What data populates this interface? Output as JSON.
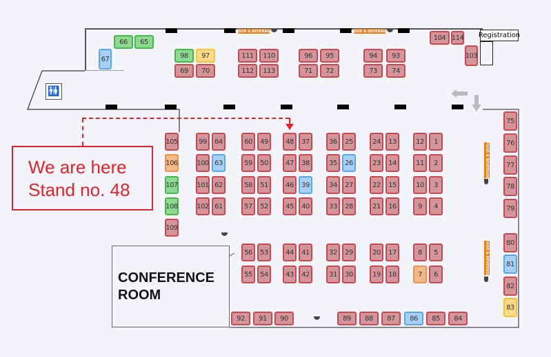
{
  "map": {
    "registration_label": "Registration",
    "conference_room_label": "CONFERENCE ROOM",
    "food_beverage_label": "FOOD & BEVERAGE",
    "callout": {
      "line1": "We are here",
      "line2": "Stand no. 48"
    },
    "restroom_icon": "restroom-icon",
    "colors": {
      "red": "#d4959a",
      "green": "#8dd98f",
      "blue": "#a8cff5",
      "yellow": "#fdd98a",
      "orange": "#f4b98a",
      "highlight": "#e2232a"
    }
  },
  "booths": [
    {
      "no": "66",
      "status": "green"
    },
    {
      "no": "65",
      "status": "green"
    },
    {
      "no": "67",
      "status": "blue"
    },
    {
      "no": "98",
      "status": "green"
    },
    {
      "no": "97",
      "status": "yellow"
    },
    {
      "no": "69",
      "status": "red"
    },
    {
      "no": "70",
      "status": "red"
    },
    {
      "no": "111",
      "status": "red"
    },
    {
      "no": "110",
      "status": "red"
    },
    {
      "no": "112",
      "status": "red"
    },
    {
      "no": "113",
      "status": "red"
    },
    {
      "no": "96",
      "status": "red"
    },
    {
      "no": "95",
      "status": "red"
    },
    {
      "no": "71",
      "status": "red"
    },
    {
      "no": "72",
      "status": "red"
    },
    {
      "no": "94",
      "status": "red"
    },
    {
      "no": "93",
      "status": "red"
    },
    {
      "no": "73",
      "status": "red"
    },
    {
      "no": "74",
      "status": "red"
    },
    {
      "no": "104",
      "status": "red"
    },
    {
      "no": "114",
      "status": "red"
    },
    {
      "no": "103",
      "status": "red"
    },
    {
      "no": "105",
      "status": "red"
    },
    {
      "no": "106",
      "status": "orange"
    },
    {
      "no": "107",
      "status": "green"
    },
    {
      "no": "108",
      "status": "green"
    },
    {
      "no": "109",
      "status": "red"
    },
    {
      "no": "99",
      "status": "red"
    },
    {
      "no": "64",
      "status": "red"
    },
    {
      "no": "100",
      "status": "red"
    },
    {
      "no": "63",
      "status": "blue"
    },
    {
      "no": "101",
      "status": "red"
    },
    {
      "no": "62",
      "status": "red"
    },
    {
      "no": "102",
      "status": "red"
    },
    {
      "no": "61",
      "status": "red"
    },
    {
      "no": "60",
      "status": "red"
    },
    {
      "no": "49",
      "status": "red"
    },
    {
      "no": "59",
      "status": "red"
    },
    {
      "no": "50",
      "status": "red"
    },
    {
      "no": "58",
      "status": "red"
    },
    {
      "no": "51",
      "status": "red"
    },
    {
      "no": "57",
      "status": "red"
    },
    {
      "no": "52",
      "status": "red"
    },
    {
      "no": "48",
      "status": "red"
    },
    {
      "no": "37",
      "status": "red"
    },
    {
      "no": "47",
      "status": "red"
    },
    {
      "no": "38",
      "status": "red"
    },
    {
      "no": "46",
      "status": "red"
    },
    {
      "no": "39",
      "status": "blue"
    },
    {
      "no": "45",
      "status": "red"
    },
    {
      "no": "40",
      "status": "red"
    },
    {
      "no": "36",
      "status": "red"
    },
    {
      "no": "25",
      "status": "red"
    },
    {
      "no": "35",
      "status": "red"
    },
    {
      "no": "26",
      "status": "blue"
    },
    {
      "no": "34",
      "status": "red"
    },
    {
      "no": "27",
      "status": "red"
    },
    {
      "no": "33",
      "status": "red"
    },
    {
      "no": "28",
      "status": "red"
    },
    {
      "no": "24",
      "status": "red"
    },
    {
      "no": "13",
      "status": "red"
    },
    {
      "no": "23",
      "status": "red"
    },
    {
      "no": "14",
      "status": "red"
    },
    {
      "no": "22",
      "status": "red"
    },
    {
      "no": "15",
      "status": "red"
    },
    {
      "no": "21",
      "status": "red"
    },
    {
      "no": "16",
      "status": "red"
    },
    {
      "no": "12",
      "status": "red"
    },
    {
      "no": "1",
      "status": "red"
    },
    {
      "no": "11",
      "status": "red"
    },
    {
      "no": "2",
      "status": "red"
    },
    {
      "no": "10",
      "status": "red"
    },
    {
      "no": "3",
      "status": "red"
    },
    {
      "no": "9",
      "status": "red"
    },
    {
      "no": "4",
      "status": "red"
    },
    {
      "no": "56",
      "status": "red"
    },
    {
      "no": "53",
      "status": "red"
    },
    {
      "no": "55",
      "status": "red"
    },
    {
      "no": "54",
      "status": "red"
    },
    {
      "no": "44",
      "status": "red"
    },
    {
      "no": "41",
      "status": "red"
    },
    {
      "no": "43",
      "status": "red"
    },
    {
      "no": "42",
      "status": "red"
    },
    {
      "no": "32",
      "status": "red"
    },
    {
      "no": "29",
      "status": "red"
    },
    {
      "no": "31",
      "status": "red"
    },
    {
      "no": "30",
      "status": "red"
    },
    {
      "no": "20",
      "status": "red"
    },
    {
      "no": "17",
      "status": "red"
    },
    {
      "no": "19",
      "status": "red"
    },
    {
      "no": "18",
      "status": "red"
    },
    {
      "no": "8",
      "status": "red"
    },
    {
      "no": "5",
      "status": "red"
    },
    {
      "no": "7",
      "status": "orange"
    },
    {
      "no": "6",
      "status": "red"
    },
    {
      "no": "75",
      "status": "red"
    },
    {
      "no": "76",
      "status": "red"
    },
    {
      "no": "77",
      "status": "red"
    },
    {
      "no": "78",
      "status": "red"
    },
    {
      "no": "79",
      "status": "red"
    },
    {
      "no": "80",
      "status": "red"
    },
    {
      "no": "81",
      "status": "blue"
    },
    {
      "no": "82",
      "status": "red"
    },
    {
      "no": "83",
      "status": "yellow"
    },
    {
      "no": "92",
      "status": "red"
    },
    {
      "no": "91",
      "status": "red"
    },
    {
      "no": "90",
      "status": "red"
    },
    {
      "no": "89",
      "status": "red"
    },
    {
      "no": "88",
      "status": "red"
    },
    {
      "no": "87",
      "status": "red"
    },
    {
      "no": "86",
      "status": "blue"
    },
    {
      "no": "85",
      "status": "red"
    },
    {
      "no": "84",
      "status": "red"
    }
  ]
}
